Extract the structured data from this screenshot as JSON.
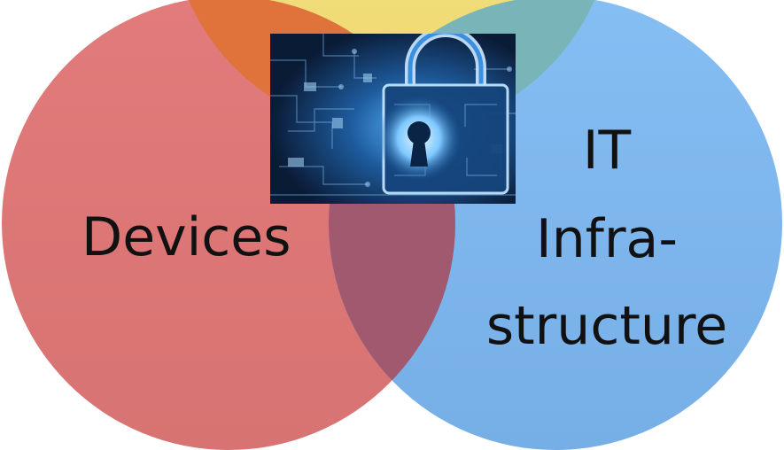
{
  "diagram": {
    "circles": [
      {
        "id": "top",
        "label": "",
        "color": "#F1E27C"
      },
      {
        "id": "left",
        "label": "Devices",
        "color": "#DE7273"
      },
      {
        "id": "right",
        "label_lines": [
          "IT",
          "Infra-",
          "structure"
        ],
        "color": "#7FB6EC"
      }
    ],
    "overlap_colors": {
      "top_left": "#E0723C",
      "top_right": "#79B4B8",
      "left_right": "#A0596E"
    },
    "center_image": {
      "icon": "circuit-padlock-icon",
      "accent": "#3A8FE0",
      "background": "#0B1F3A"
    }
  }
}
